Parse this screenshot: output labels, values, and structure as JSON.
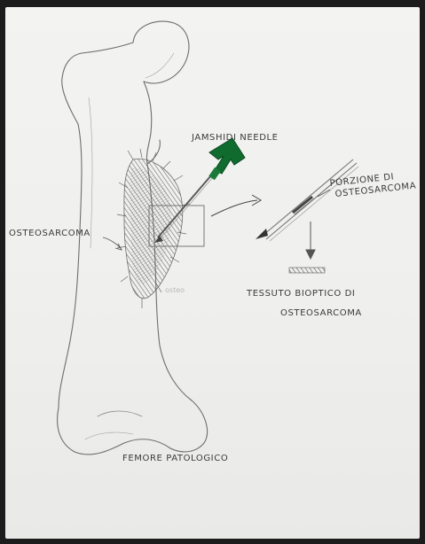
{
  "labels": {
    "needle": "JAMSHIDI NEEDLE",
    "osteosarcoma_left": "OSTEOSARCOMA",
    "portion_line1": "PORZIONE DI",
    "portion_line2": "OSTEOSARCOMA",
    "tissue_line1": "TESSUTO BIOPTICO DI",
    "tissue_line2": "OSTEOSARCOMA",
    "femur": "FEMORE PATOLOGICO"
  },
  "colors": {
    "paper": "#f1f1ef",
    "pencil": "#6a6a6a",
    "ink": "#3a3a3a",
    "needle_handle": "#0f6b2e",
    "tumor_shade": "#8a8a8a"
  }
}
